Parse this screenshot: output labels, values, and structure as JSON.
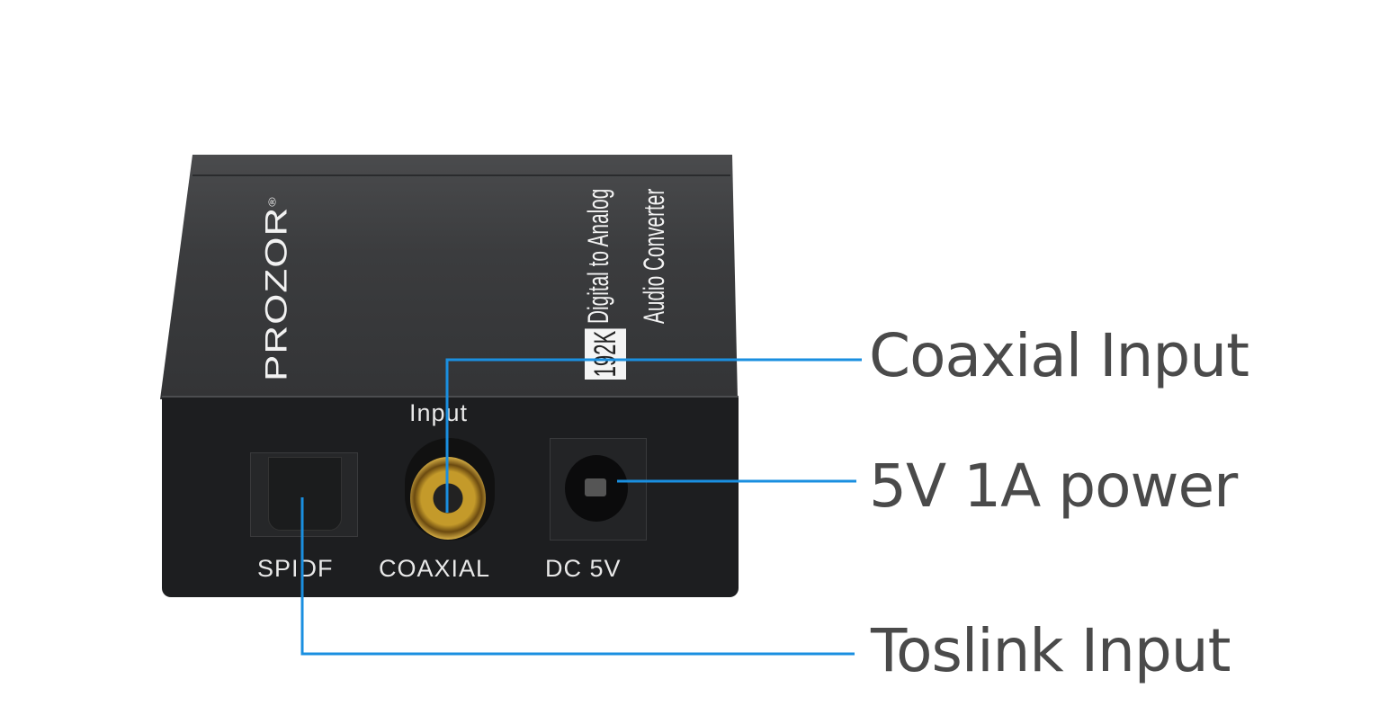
{
  "device": {
    "brand": "PROZOR",
    "registered_mark": "®",
    "badge": "192K",
    "title_line1": "Digital to Analog",
    "title_line2": "Audio Converter",
    "input_label": "Input",
    "ports": [
      "SPIDF",
      "COAXIAL",
      "DC 5V"
    ]
  },
  "callouts": {
    "coaxial": "Coaxial Input",
    "power": "5V 1A power",
    "toslink": "Toslink Input"
  },
  "colors": {
    "leader_line": "#1a8fe0",
    "callout_text": "#4a4a4a",
    "device_body": "#1d1e20"
  }
}
